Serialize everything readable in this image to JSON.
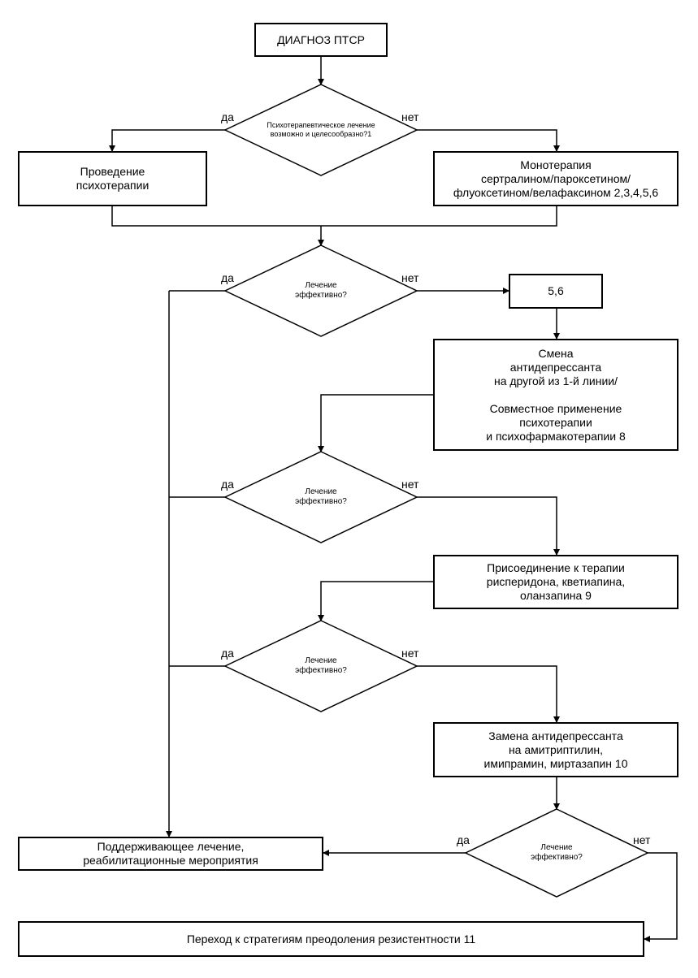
{
  "boxes": {
    "start": "ДИАГНОЗ ПТСР",
    "psychotherapy": "Проведение\nпсихотерапии",
    "monotherapy": "Монотерапия\nсертралином/пароксетином/\nфлуоксетином/велафаксином 2,3,4,5,6",
    "step56": "5,6",
    "switch": "Смена\nантидепрессанта\nна другой из 1-й линии/\n\nСовместное применение\nпсихотерапии\nи психофармакотерапии 8",
    "augment": "Присоединение к терапии\nрисперидона, кветиапина,\nоланзапина 9",
    "replace": "Замена антидепрессанта\nна амитриптилин,\nимипрамин, миртазапин 10",
    "maintenance": "Поддерживающее лечение,\nреабилитационные мероприятия",
    "resistance": "Переход к стратегиям преодоления резистентности 11"
  },
  "decisions": {
    "d1": "Психотерапевтическое лечение\nвозможно и целесообразно?1",
    "d2": "Лечение\nэффективно?",
    "d3": "Лечение\nэффективно?",
    "d4": "Лечение\nэффективно?",
    "d5": "Лечение\nэффективно?"
  },
  "labels": {
    "yes": "да",
    "no": "нет"
  }
}
